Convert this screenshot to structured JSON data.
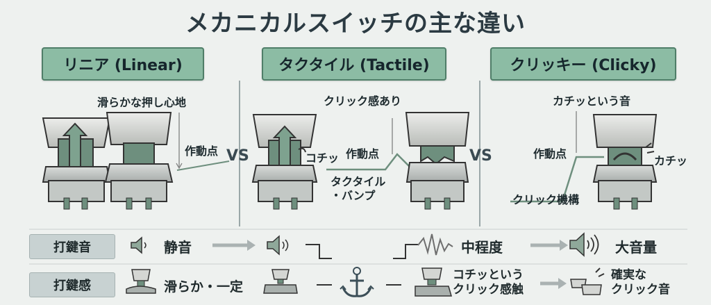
{
  "title": "メカニカルスイッチの主な違い",
  "headers": {
    "linear": "リニア (Linear)",
    "tactile": "タクタイル (Tactile)",
    "clicky": "クリッキー (Clicky)"
  },
  "annotations": {
    "linear_smooth": "滑らかな押し心地",
    "linear_actuation": "作動点",
    "tactile_click_feel": "クリック感あり",
    "tactile_kochi": "コチッ",
    "tactile_actuation": "作動点",
    "tactile_bump": "タクタイル\n・バンプ",
    "clicky_sound": "カチッという音",
    "clicky_actuation": "作動点",
    "clicky_kachi": "カチッ",
    "clicky_mechanism": "クリック機構"
  },
  "vs": "VS",
  "rows": {
    "sound": {
      "label": "打鍵音",
      "linear": "静音",
      "clicky_mid": "中程度",
      "clicky_loud": "大音量"
    },
    "feel": {
      "label": "打鍵感",
      "linear": "滑らか・一定",
      "tactile": "コチッという\nクリック感触",
      "clicky": "確実な\nクリック音"
    }
  },
  "colors": {
    "accent_green": "#8cbca4",
    "switch_green": "#6e8f7e",
    "keycap_gray": "#d4d6d3"
  }
}
